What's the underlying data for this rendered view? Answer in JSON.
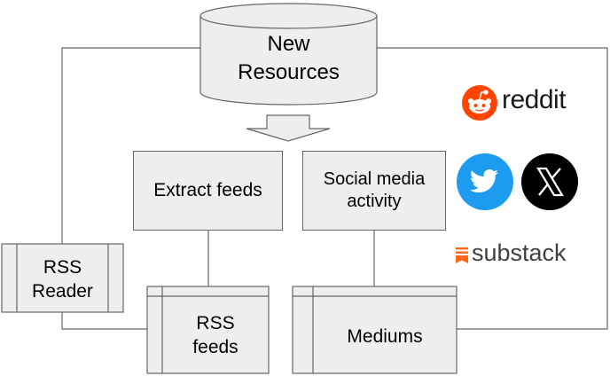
{
  "nodes": {
    "new_resources": "New\nResources",
    "extract_feeds": "Extract feeds",
    "social_media_activity": "Social media\nactivity",
    "rss_reader": "RSS\nReader",
    "rss_feeds": "RSS\nfeeds",
    "mediums": "Mediums"
  },
  "logos": {
    "reddit": {
      "icon": "reddit-icon",
      "text": "reddit",
      "color": "#ff4500"
    },
    "twitter": {
      "icon": "twitter-bird-icon",
      "color": "#1d9bf0"
    },
    "x": {
      "icon": "x-logo-icon",
      "color": "#000000"
    },
    "substack": {
      "icon": "substack-icon",
      "text": "substack",
      "color": "#ff6719"
    }
  },
  "colors": {
    "box_fill": "#eeeeee",
    "line": "#666666"
  }
}
